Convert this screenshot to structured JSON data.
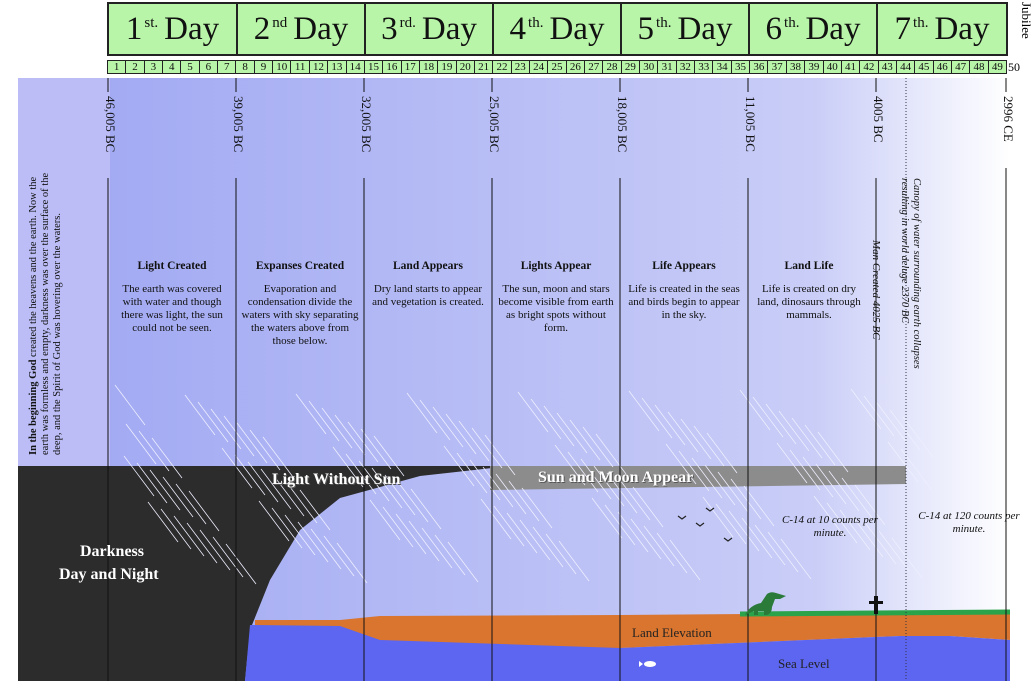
{
  "days": [
    {
      "num": "1",
      "sup": "st.",
      "word": "Day"
    },
    {
      "num": "2",
      "sup": "nd",
      "word": "Day"
    },
    {
      "num": "3",
      "sup": "rd.",
      "word": "Day"
    },
    {
      "num": "4",
      "sup": "th.",
      "word": "Day"
    },
    {
      "num": "5",
      "sup": "th.",
      "word": "Day"
    },
    {
      "num": "6",
      "sup": "th.",
      "word": "Day"
    },
    {
      "num": "7",
      "sup": "th.",
      "word": "Day"
    }
  ],
  "numbers": [
    "1",
    "2",
    "3",
    "4",
    "5",
    "6",
    "7",
    "8",
    "9",
    "10",
    "11",
    "12",
    "13",
    "14",
    "15",
    "16",
    "17",
    "18",
    "19",
    "20",
    "21",
    "22",
    "23",
    "24",
    "25",
    "26",
    "27",
    "28",
    "29",
    "30",
    "31",
    "32",
    "33",
    "34",
    "35",
    "36",
    "37",
    "38",
    "39",
    "40",
    "41",
    "42",
    "43",
    "44",
    "45",
    "46",
    "47",
    "48",
    "49"
  ],
  "number_50": "50",
  "jubilee": "Jubilee",
  "dates": [
    "46,005 BC",
    "39,005 BC",
    "32,005 BC",
    "25,005 BC",
    "18,005 BC",
    "11,005 BC",
    "4005 BC",
    "2996 CE"
  ],
  "intro": {
    "bold": "In the beginning God",
    "rest": " created the heavens and the earth. Now the earth was formless and empty, darkness was over the surface of the deep, and the Spirit of God was hovering over the waters."
  },
  "cards": [
    {
      "title": "Light Created",
      "body": "The earth was covered with water and though there was light, the sun could not be seen."
    },
    {
      "title": "Expanses Created",
      "body": "Evaporation and condensation divide the waters with sky separating the waters above from those below."
    },
    {
      "title": "Land Appears",
      "body": "Dry land starts to appear and vegetation is created."
    },
    {
      "title": "Lights Appear",
      "body": "The sun, moon and stars become visible from earth as bright spots without form."
    },
    {
      "title": "Life Appears",
      "body": "Life is created in the seas and birds begin to appear in the sky."
    },
    {
      "title": "Land Life",
      "body": "Life is created on dry land, dinosaurs through mammals."
    }
  ],
  "man_created": "Man Created 4025 BC",
  "canopy": "Canopy of water surrounding earth collapses resulting in world deluge 2370 BC",
  "labels": {
    "light_without_sun": "Light Without Sun",
    "sun_moon": "Sun and Moon Appear",
    "darkness_1": "Darkness",
    "darkness_2": "Day and Night",
    "land_elevation": "Land Elevation",
    "sea_level": "Sea Level",
    "c14_10": "C-14 at 10 counts per minute.",
    "c14_120": "C-14 at 120 counts per minute."
  },
  "colors": {
    "header": "#b8f5a8",
    "sky": "#b7b9f5",
    "dark": "#2c2c2c",
    "land": "#d9752e",
    "sea": "#5d66f0",
    "grass": "#2aa34a",
    "band": "#888888"
  }
}
